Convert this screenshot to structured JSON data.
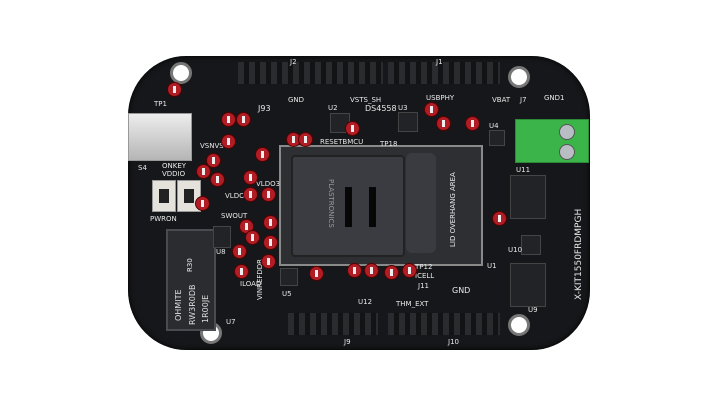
{
  "board": {
    "chip_label": "DS4558",
    "socket_brand": "PLASTRONICS",
    "lid_area": "LID OVERHANG AREA",
    "resistor_lines": [
      "OHMITE",
      "RW3R0DB",
      "1R00JE"
    ],
    "resistor_ref": "R30",
    "edge_text": "X-KIT1550FRDMPGH",
    "labels": {
      "j93": "J93",
      "j2": "J2",
      "j1": "J1",
      "j7": "J7",
      "gnd": "GND",
      "gnd1": "GND1",
      "tp1": "TP1",
      "vsnvs": "VSNVS",
      "onkey": "ONKEY",
      "vddio": "VDDIO",
      "vldo1": "VLDO1",
      "vldo3": "VLDO3",
      "swout": "SWOUT",
      "iload": "ILOAD",
      "icell": "ICELL",
      "thm_ext": "THM_EXT",
      "vinrefddr": "VINREFDDR",
      "usbphy": "USBPHY",
      "reset": "RESETBMCU",
      "vsts": "VSTS_SH",
      "u1": "U1",
      "u2": "U2",
      "u3": "U3",
      "u4": "U4",
      "u5": "U5",
      "u7": "U7",
      "u8": "U8",
      "u9": "U9",
      "u10": "U10",
      "u11": "U11",
      "u12": "U12",
      "s4": "S4",
      "pwron": "PWRON",
      "j9": "J9",
      "j10": "J10",
      "tp12": "TP12",
      "tp18": "TP18",
      "j11": "J11",
      "vbat": "VBAT"
    }
  }
}
